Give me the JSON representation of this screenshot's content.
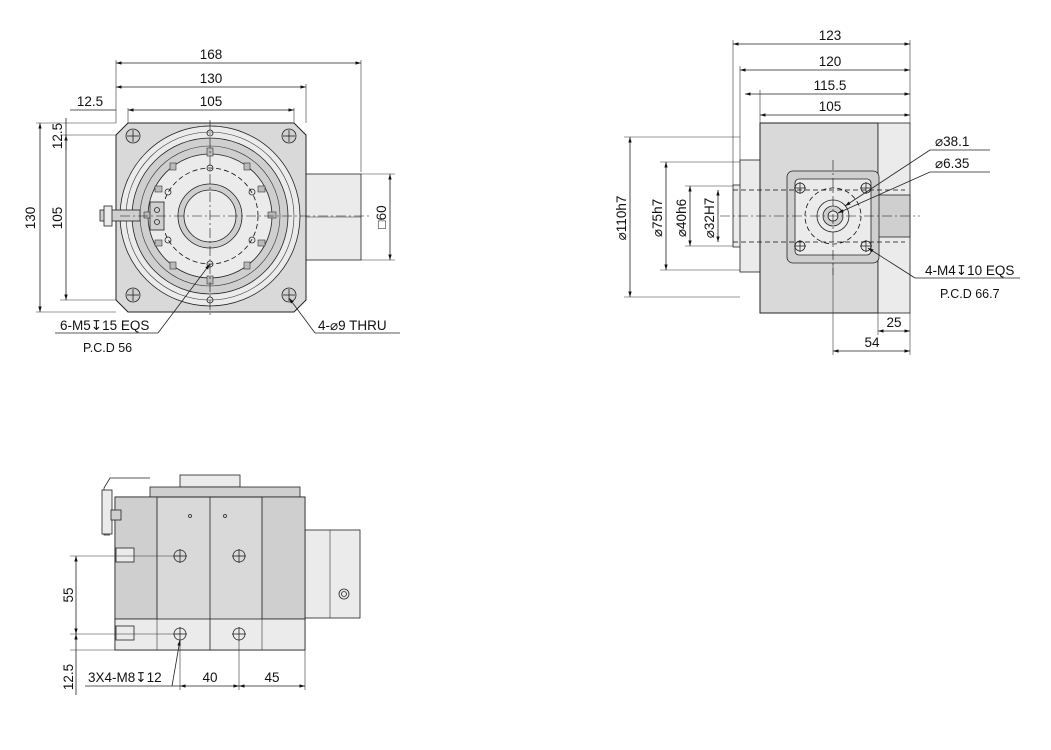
{
  "front_view": {
    "dims": {
      "overall_width": "168",
      "body_width": "130",
      "flange_offset": "12.5",
      "inner_width": "105",
      "top_offset": "12.5",
      "overall_height": "130",
      "inner_height": "105",
      "shaft_square": "□60"
    },
    "callouts": {
      "tapped_holes": "6-M5↧15 EQS",
      "tapped_pcd": "P.C.D 56",
      "thru_holes": "4-⌀9 THRU"
    }
  },
  "side_view": {
    "dims": {
      "overall_length": "123",
      "length_120": "120",
      "length_115_5": "115.5",
      "length_105": "105",
      "dia_110": "⌀110h7",
      "dia_75": "⌀75h7",
      "dia_40": "⌀40h6",
      "dia_32": "⌀32H7",
      "dia_38_1": "⌀38.1",
      "dia_6_35": "⌀6.35",
      "width_25": "25",
      "width_54": "54"
    },
    "callouts": {
      "motor_holes": "4-M4↧10 EQS",
      "motor_pcd": "P.C.D 66.7"
    }
  },
  "bottom_view": {
    "dims": {
      "height_55": "55",
      "offset_12_5": "12.5",
      "spacing_40": "40",
      "spacing_45": "45"
    },
    "callouts": {
      "mount_holes": "3X4-M8↧12"
    }
  }
}
